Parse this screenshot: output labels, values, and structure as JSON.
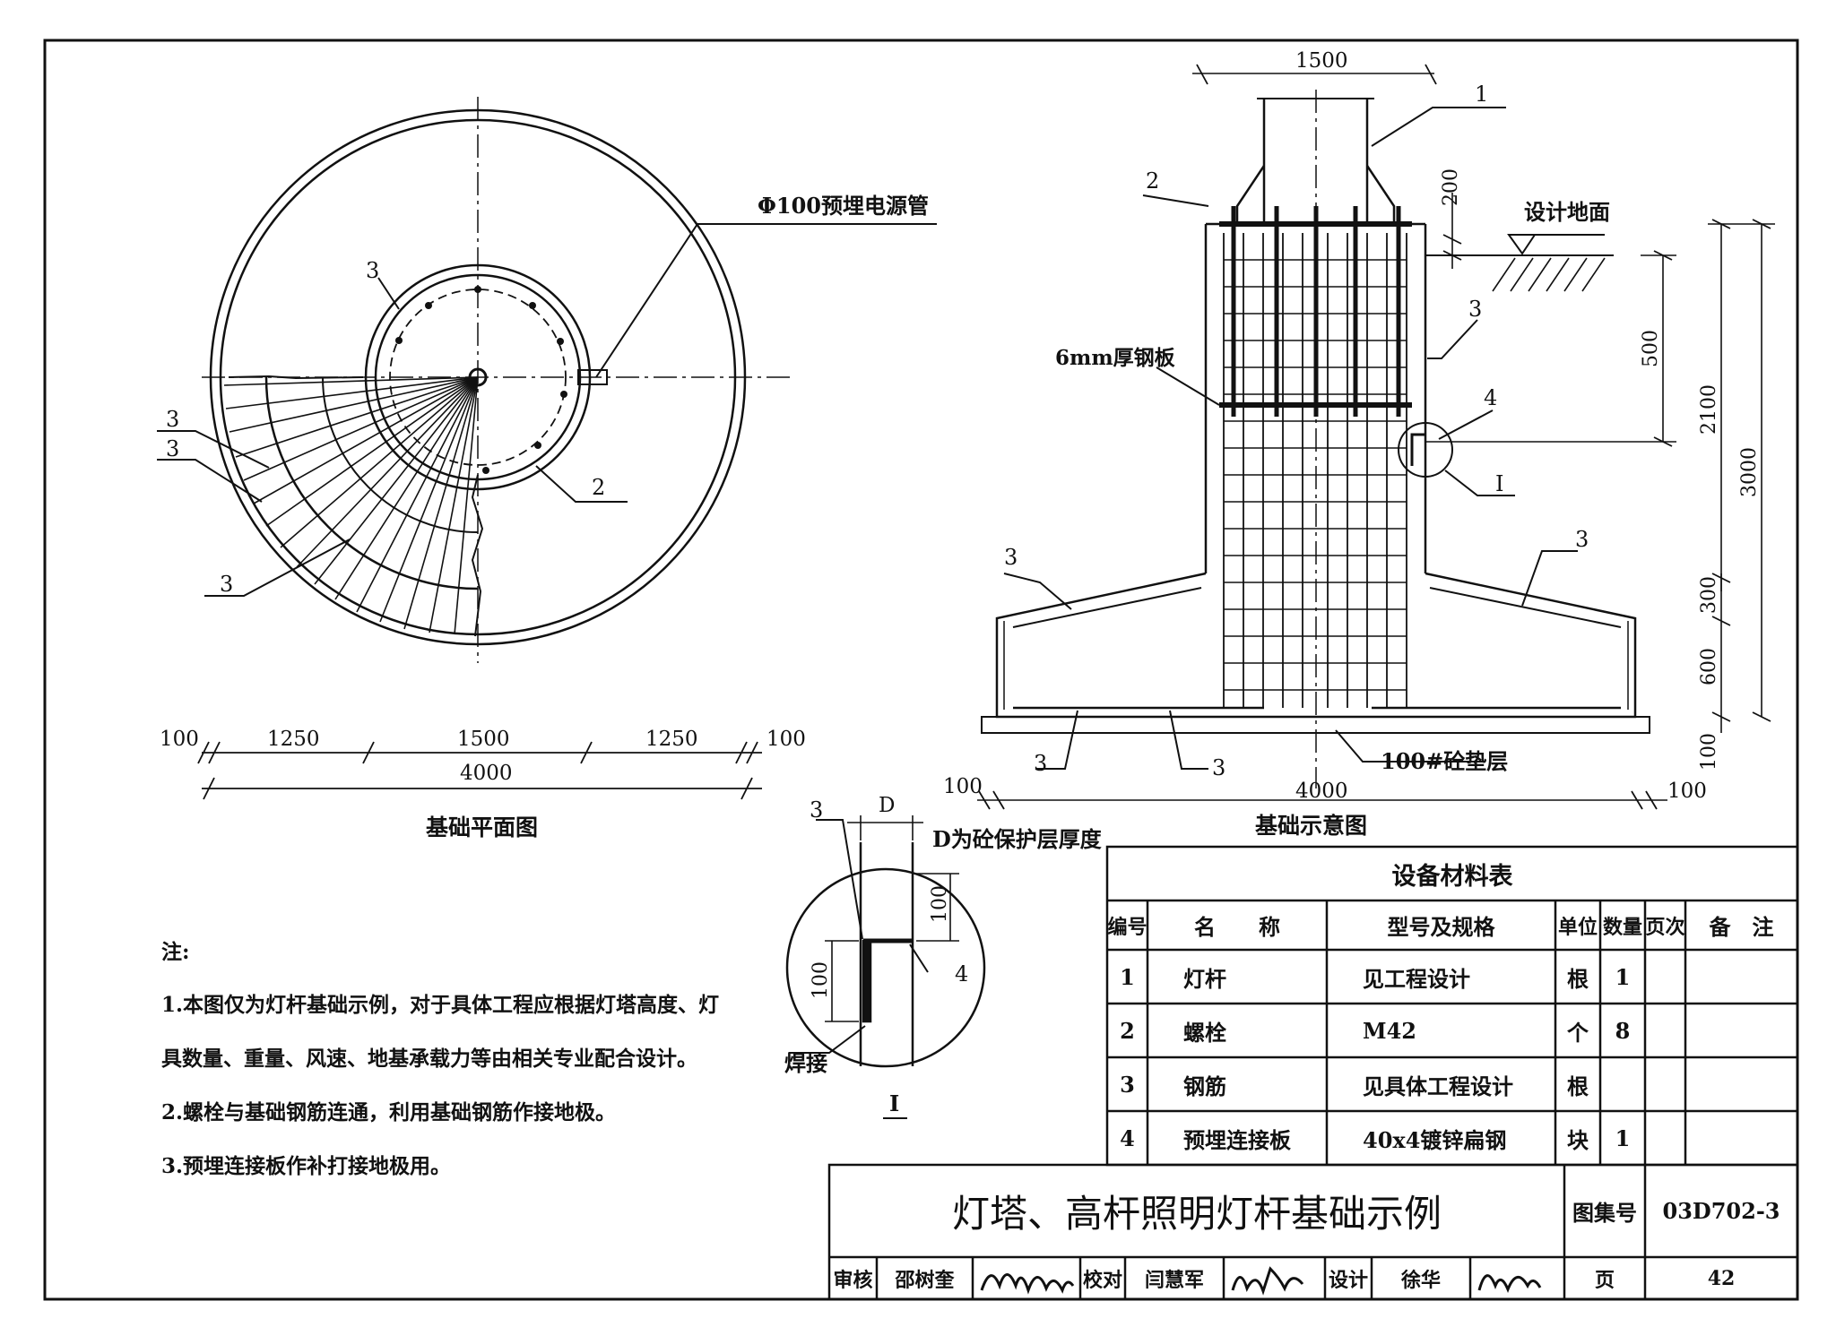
{
  "plan_view": {
    "title": "基础平面图",
    "conduit_label": "Φ100预埋电源管",
    "callouts": [
      "3",
      "3",
      "3",
      "3",
      "2"
    ],
    "dims": [
      "100",
      "1250",
      "1500",
      "1250",
      "100",
      "4000"
    ]
  },
  "section_view": {
    "title": "基础示意图",
    "top_dim": "1500",
    "ground_label": "设计地面",
    "plate_label": "6mm厚钢板",
    "pad_label": "100#砼垫层",
    "callouts": [
      "1",
      "2",
      "3",
      "4",
      "I",
      "3",
      "3",
      "3",
      "3"
    ],
    "vdims": [
      "200",
      "500",
      "2100",
      "3000",
      "300",
      "600",
      "100"
    ],
    "bottom_dims": [
      "100",
      "4000",
      "100"
    ]
  },
  "detail_view": {
    "title": "I",
    "d_label": "D",
    "d_note": "D为砼保护层厚度",
    "dims": [
      "100",
      "100"
    ],
    "callouts": [
      "3",
      "4"
    ],
    "weld_label": "焊接"
  },
  "notes": {
    "heading": "注:",
    "items": [
      "1.本图仅为灯杆基础示例，对于具体工程应根据灯塔高度、灯",
      "具数量、重量、风速、地基承载力等由相关专业配合设计。",
      "2.螺栓与基础钢筋连通，利用基础钢筋作接地极。",
      "3.预埋连接板作补打接地极用。"
    ]
  },
  "material_table": {
    "title": "设备材料表",
    "headers": [
      "编号",
      "名　　称",
      "型号及规格",
      "单位",
      "数量",
      "页次",
      "备　注"
    ],
    "rows": [
      [
        "1",
        "灯杆",
        "见工程设计",
        "根",
        "1",
        "",
        ""
      ],
      [
        "2",
        "螺栓",
        "M42",
        "个",
        "8",
        "",
        ""
      ],
      [
        "3",
        "钢筋",
        "见具体工程设计",
        "根",
        "",
        "",
        ""
      ],
      [
        "4",
        "预埋连接板",
        "40x4镀锌扁钢",
        "块",
        "1",
        "",
        ""
      ]
    ]
  },
  "title_block": {
    "drawing_title": "灯塔、高杆照明灯杆基础示例",
    "atlas_label": "图集号",
    "atlas_no": "03D702-3",
    "reviewer_label": "审核",
    "reviewer": "邵树奎",
    "checker_label": "校对",
    "checker": "闫慧军",
    "designer_label": "设计",
    "designer": "徐华",
    "page_label": "页",
    "page_no": "42"
  }
}
